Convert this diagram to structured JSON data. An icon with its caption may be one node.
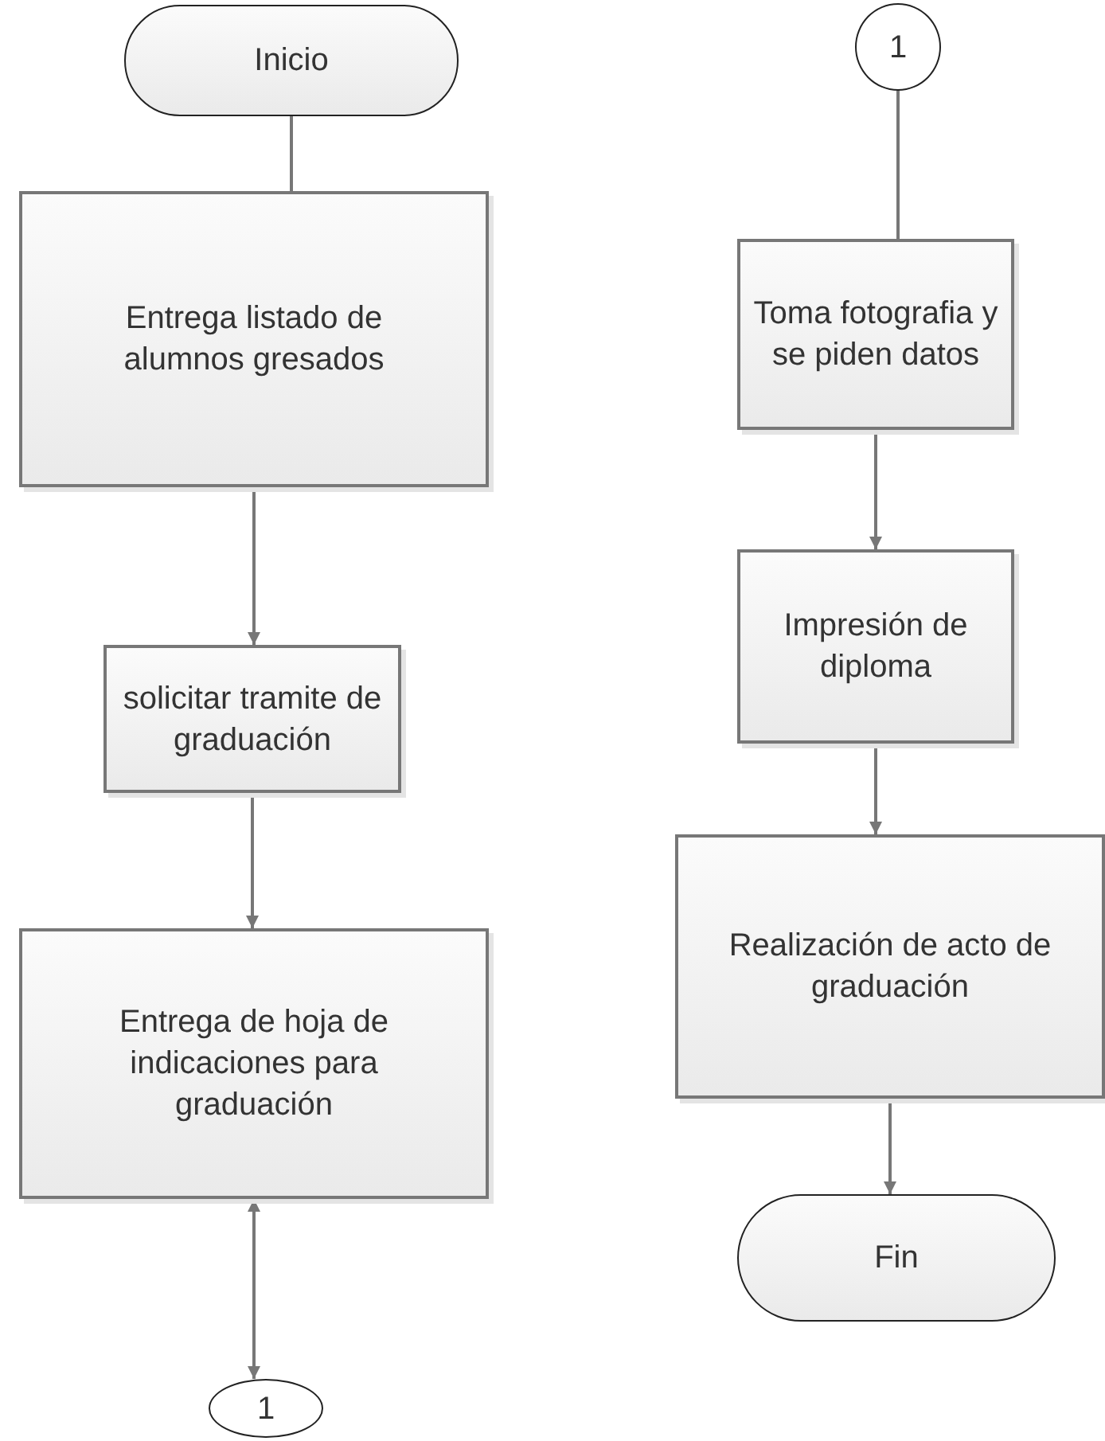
{
  "diagram": {
    "nodes": [
      {
        "text": [
          "Inicio"
        ]
      },
      {
        "text": [
          "Entrega listado de alumnos gresados"
        ]
      },
      {
        "text": [
          "solicitar tramite de graduación"
        ]
      },
      {
        "text": [
          "Entrega de hoja de indicaciones para graduación"
        ]
      },
      {
        "text": [
          "1"
        ]
      },
      {
        "text": [
          "1"
        ]
      },
      {
        "text": [
          "Toma fotografia y se piden datos"
        ]
      },
      {
        "text": [
          "Impresión de diploma"
        ]
      },
      {
        "text": [
          "Realización de acto de graduación"
        ]
      },
      {
        "text": [
          "Fin"
        ]
      }
    ],
    "edges": [
      {
        "from": 0,
        "to": 1,
        "arrow": "none"
      },
      {
        "from": 1,
        "to": 2,
        "arrow": "to"
      },
      {
        "from": 2,
        "to": 3,
        "arrow": "to"
      },
      {
        "from": 3,
        "to": 4,
        "arrow": "both"
      },
      {
        "from": 5,
        "to": 6,
        "arrow": "none"
      },
      {
        "from": 6,
        "to": 7,
        "arrow": "to"
      },
      {
        "from": 7,
        "to": 8,
        "arrow": "to"
      },
      {
        "from": 8,
        "to": 9,
        "arrow": "to"
      }
    ]
  }
}
